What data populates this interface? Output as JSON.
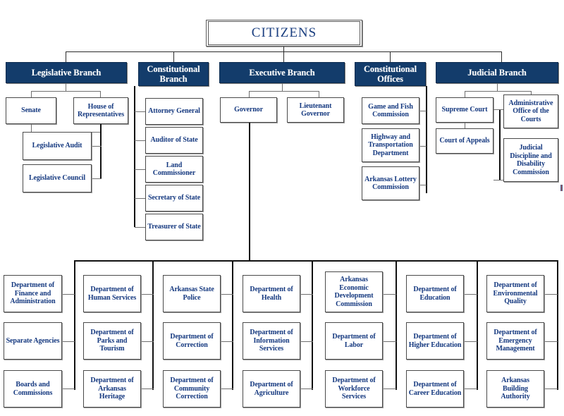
{
  "title": "Arkansas State Government Organization Chart",
  "colors": {
    "branch_header_bg": "#133c6b",
    "branch_header_text": "#ffffff",
    "box_text": "#14387f",
    "box_border": "#4a4a4a",
    "connector": "#2b2b2b",
    "background": "#ffffff"
  },
  "root": {
    "label": "CITIZENS"
  },
  "branches": [
    {
      "id": "legislative",
      "label": "Legislative Branch"
    },
    {
      "id": "constitutional",
      "label": "Constitutional Branch"
    },
    {
      "id": "executive",
      "label": "Executive Branch"
    },
    {
      "id": "const_offices",
      "label": "Constitutional Offices"
    },
    {
      "id": "judicial",
      "label": "Judicial Branch"
    }
  ],
  "legislative": {
    "top": [
      {
        "label": "Senate"
      },
      {
        "label": "House of Representatives"
      }
    ],
    "sub": [
      {
        "label": "Legislative Audit"
      },
      {
        "label": "Legislative Council"
      }
    ]
  },
  "constitutional": {
    "officers": [
      {
        "label": "Attorney General"
      },
      {
        "label": "Auditor of State"
      },
      {
        "label": "Land Commissioner"
      },
      {
        "label": "Secretary of State"
      },
      {
        "label": "Treasurer of State"
      }
    ]
  },
  "executive": {
    "top": [
      {
        "label": "Governor"
      },
      {
        "label": "Lieutenant Governor"
      }
    ]
  },
  "const_offices": {
    "items": [
      {
        "label": "Game and Fish Commission"
      },
      {
        "label": "Highway and Transportation Department"
      },
      {
        "label": "Arkansas Lottery Commission"
      }
    ]
  },
  "judicial": {
    "courts": [
      {
        "label": "Supreme Court"
      },
      {
        "label": "Court of Appeals"
      }
    ],
    "offices": [
      {
        "label": "Administrative Office of the Courts"
      },
      {
        "label": "Judicial Discipline and Disability Commission"
      }
    ]
  },
  "departments": {
    "columns": [
      {
        "items": [
          {
            "label": "Department of Finance and Administration"
          },
          {
            "label": "Separate Agencies"
          },
          {
            "label": "Boards and Commissions"
          }
        ]
      },
      {
        "items": [
          {
            "label": "Department of Human Services"
          },
          {
            "label": "Department of Parks and Tourism"
          },
          {
            "label": "Department of Arkansas Heritage"
          }
        ]
      },
      {
        "items": [
          {
            "label": "Arkansas State Police"
          },
          {
            "label": "Department of Correction"
          },
          {
            "label": "Department of Community Correction"
          }
        ]
      },
      {
        "items": [
          {
            "label": "Department of Health"
          },
          {
            "label": "Department of Information Services"
          },
          {
            "label": "Department of Agriculture"
          }
        ]
      },
      {
        "items": [
          {
            "label": "Arkansas Economic Development Commission"
          },
          {
            "label": "Department of Labor"
          },
          {
            "label": "Department of Workforce Services"
          }
        ]
      },
      {
        "items": [
          {
            "label": "Department of Education"
          },
          {
            "label": "Department of Higher Education"
          },
          {
            "label": "Department of Career Education"
          }
        ]
      },
      {
        "items": [
          {
            "label": "Department of Environmental Quality"
          },
          {
            "label": "Department of Emergency Management"
          },
          {
            "label": "Arkansas Building Authority"
          }
        ]
      }
    ]
  }
}
